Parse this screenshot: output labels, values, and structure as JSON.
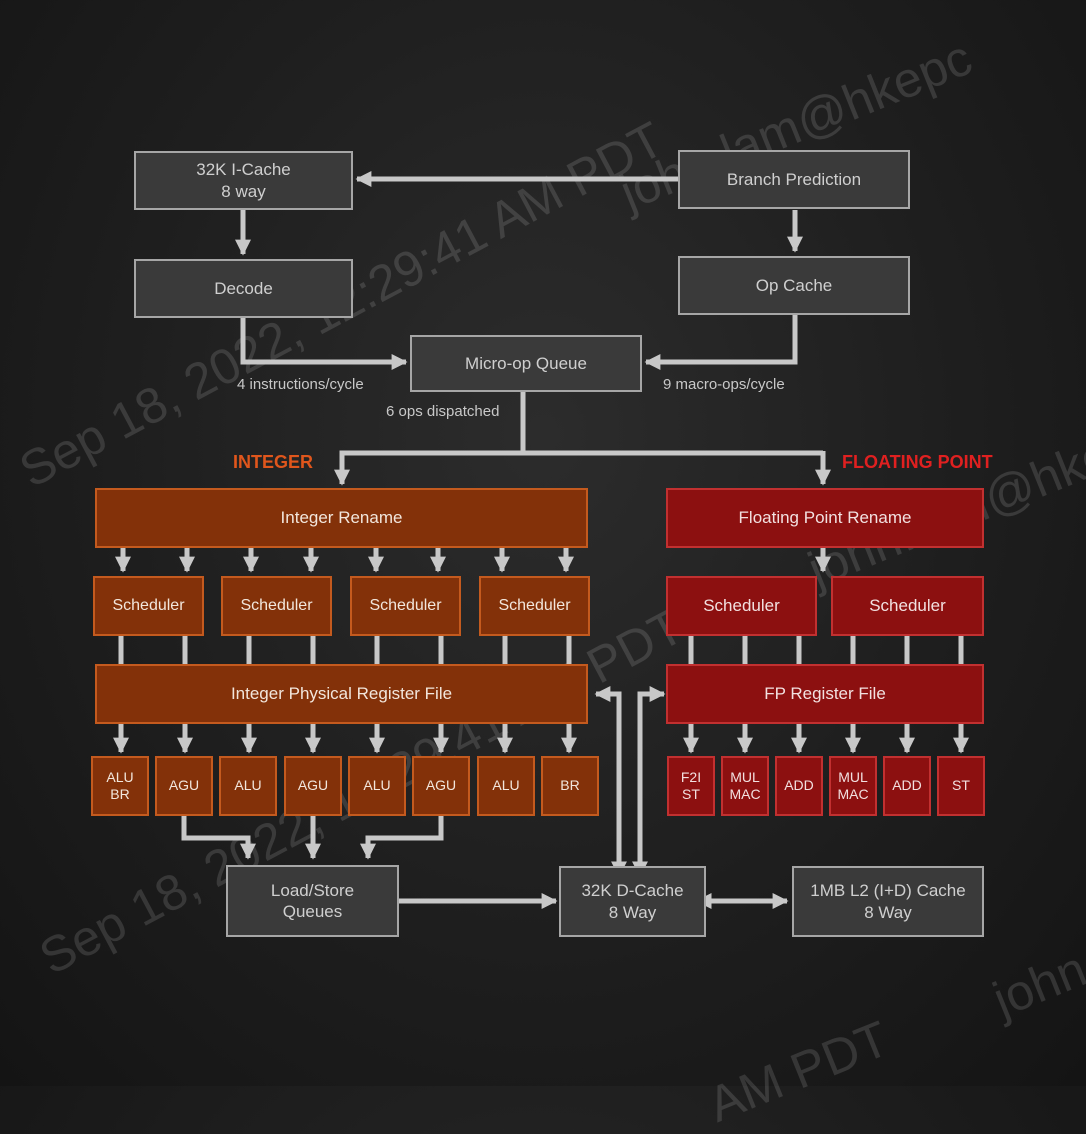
{
  "watermarks": [
    "john.lam@hkepc",
    "Sep 18, 2022, 12:29:41 AM PDT",
    "john.lam@hke",
    "Sep 18, 2022, 12:29:41 AM PDT",
    "john",
    "AM PDT"
  ],
  "frontend": {
    "icache": [
      "32K I-Cache",
      "8 way"
    ],
    "branch_prediction": "Branch Prediction",
    "decode": "Decode",
    "op_cache": "Op Cache",
    "microop_queue": "Micro-op Queue",
    "decode_rate": "4 instructions/cycle",
    "opcache_rate": "9 macro-ops/cycle",
    "dispatch": "6 ops dispatched"
  },
  "integer": {
    "heading": "INTEGER",
    "rename": "Integer Rename",
    "schedulers": [
      "Scheduler",
      "Scheduler",
      "Scheduler",
      "Scheduler"
    ],
    "register_file": "Integer Physical Register File",
    "units": [
      [
        "ALU",
        "BR"
      ],
      [
        "AGU"
      ],
      [
        "ALU"
      ],
      [
        "AGU"
      ],
      [
        "ALU"
      ],
      [
        "AGU"
      ],
      [
        "ALU"
      ],
      [
        "BR"
      ]
    ]
  },
  "fp": {
    "heading": "FLOATING POINT",
    "rename": "Floating Point Rename",
    "schedulers": [
      "Scheduler",
      "Scheduler"
    ],
    "register_file": "FP Register File",
    "units": [
      [
        "F2I",
        "ST"
      ],
      [
        "MUL",
        "MAC"
      ],
      [
        "ADD"
      ],
      [
        "MUL",
        "MAC"
      ],
      [
        "ADD"
      ],
      [
        "ST"
      ]
    ]
  },
  "memory": {
    "load_store": [
      "Load/Store",
      "Queues"
    ],
    "dcache": [
      "32K D-Cache",
      "8 Way"
    ],
    "l2": [
      "1MB L2 (I+D) Cache",
      "8 Way"
    ]
  },
  "colors": {
    "gray_box": "#3a3a3a",
    "gray_border": "#a6a6a6",
    "arrow": "#c8c8c8",
    "integer_fill": "#833109",
    "integer_heading": "#e0561c",
    "fp_fill": "#8c1010",
    "fp_heading": "#e02020"
  }
}
